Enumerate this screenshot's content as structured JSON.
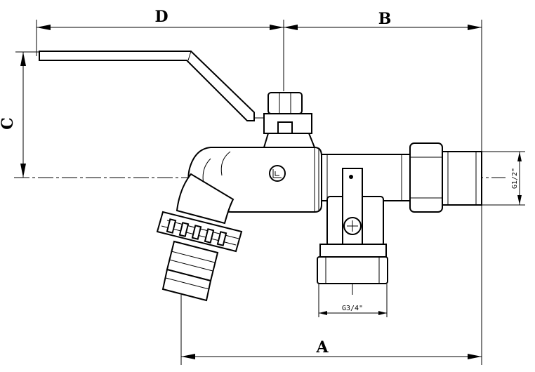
{
  "dimensions": {
    "a": "A",
    "b": "B",
    "c": "C",
    "d": "D",
    "outlet_thread": "G1/2\"",
    "side_thread": "G3/4\""
  }
}
